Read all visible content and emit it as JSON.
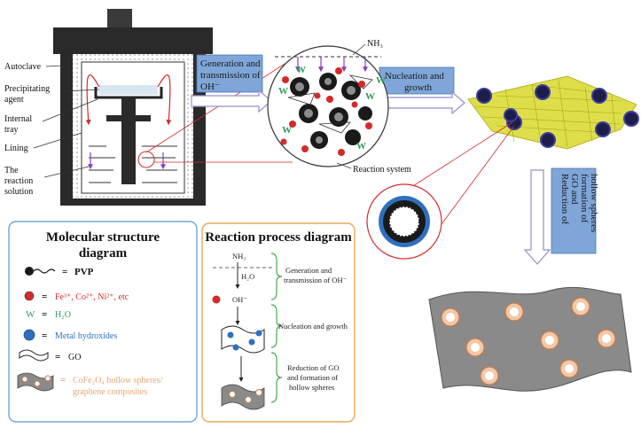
{
  "autoclave_labels": {
    "autoclave": "Autoclave",
    "precipitating_agent_1": "Precipitating",
    "precipitating_agent_2": "agent",
    "internal_tray_1": "Internal",
    "internal_tray_2": "tray",
    "lining": "Lining",
    "reaction_solution_1": "The",
    "reaction_solution_2": "reaction",
    "reaction_solution_3": "solution"
  },
  "process_boxes": {
    "generation_1": "Generation and",
    "generation_2": "transmission of",
    "generation_3": "OH⁻",
    "nucleation_1": "Nucleation and",
    "nucleation_2": "growth",
    "reduction_1": "Reduction of",
    "reduction_2": "GO and",
    "reduction_3": "formation of",
    "reduction_4": "hollow spheres"
  },
  "reaction_circle": {
    "nh3": "NH₃",
    "reaction_system": "Reaction system",
    "w_label": "W"
  },
  "legend": {
    "title_1": "Molecular structure",
    "title_2": "diagram",
    "pvp": "PVP",
    "ions": "Fe³⁺, Co²⁺, Ni²⁺,  etc",
    "water_symbol": "W",
    "water": "H₂O",
    "hydroxides": "Metal hydroxides",
    "go": "GO",
    "composites_1": "CoFe₂O₄ hollow spheres/",
    "composites_2": "graphene composites",
    "eq": "="
  },
  "process_diagram": {
    "title": "Reaction process diagram",
    "nh3": "NH₃",
    "h2o": "H₂O",
    "oh": "OH⁻",
    "step1_1": "Generation and",
    "step1_2": "transmission of OH⁻",
    "step2": "Nucleation and growth",
    "step3_1": "Reduction of GO",
    "step3_2": "and formation of",
    "step3_3": "hollow spheres"
  },
  "colors": {
    "box_fill": "#7ea6d8",
    "legend_border": "#6fa7d6",
    "process_border": "#e8a95a",
    "ion_red": "#d42a2a",
    "water_green": "#2e9e56",
    "hydroxide_blue": "#2f6fbf",
    "composite_orange": "#e7a87a",
    "arrow_purple": "#a79ad6"
  }
}
